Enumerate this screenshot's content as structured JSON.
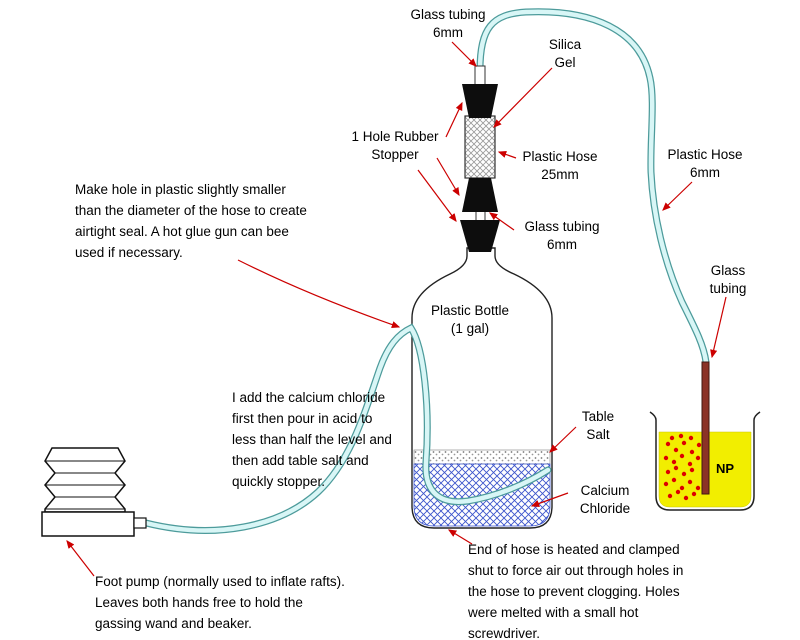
{
  "diagram": {
    "labels": {
      "glass_tubing_top": "Glass tubing\n6mm",
      "silica_gel": "Silica\nGel",
      "rubber_stopper": "1 Hole Rubber\nStopper",
      "plastic_hose_25": "Plastic Hose\n25mm",
      "plastic_hose_6": "Plastic Hose\n6mm",
      "glass_tubing_mid": "Glass tubing\n6mm",
      "glass_tubing_right": "Glass\ntubing",
      "plastic_bottle": "Plastic Bottle\n(1 gal)",
      "table_salt": "Table\nSalt",
      "calcium_chloride": "Calcium\nChloride",
      "np": "NP"
    },
    "notes": {
      "make_hole": "Make hole in plastic slightly smaller\nthan the diameter of the hose to create\nairtight seal.  A hot glue gun can bee\nused if necessary.",
      "acid_procedure": "I add the calcium chloride\nfirst then pour in acid to\nless than half the level and\nthen add table salt and\nquickly stopper.",
      "foot_pump": "Foot pump (normally used to inflate rafts).\nLeaves both hands free to hold the\ngassing wand and beaker.",
      "end_of_hose": "End of hose is heated and clamped\nshut to force air out through holes in\nthe hose to prevent clogging.  Holes\nwere melted with a small hot\nscrewdriver."
    },
    "colors": {
      "hose_fill": "#d8f6f6",
      "hose_outline": "#4d9b9b",
      "leader_line": "#cc0000",
      "beaker_liquid": "#f2ee00",
      "particles": "#dd0000",
      "glass_rod": "#8b3226",
      "calcium_chloride_hatch": "#3c55cc",
      "stopper": "#0d0d0d"
    }
  }
}
